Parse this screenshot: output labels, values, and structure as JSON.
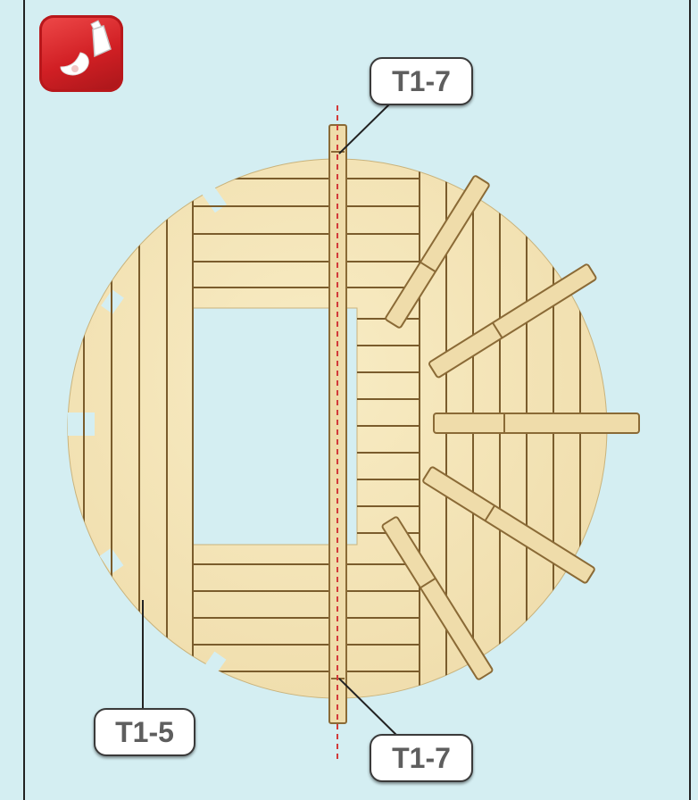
{
  "figure": {
    "background_color": "#d4eef2",
    "wood_color": "#f4e6b6",
    "plank_line_color": "#7a5c2c",
    "guide_line_color": "#d23a3a"
  },
  "badge": {
    "icon": "glue-bottle-icon"
  },
  "labels": {
    "top_part": "T1-7",
    "bottom_part": "T1-7",
    "floor_part": "T1-5"
  }
}
